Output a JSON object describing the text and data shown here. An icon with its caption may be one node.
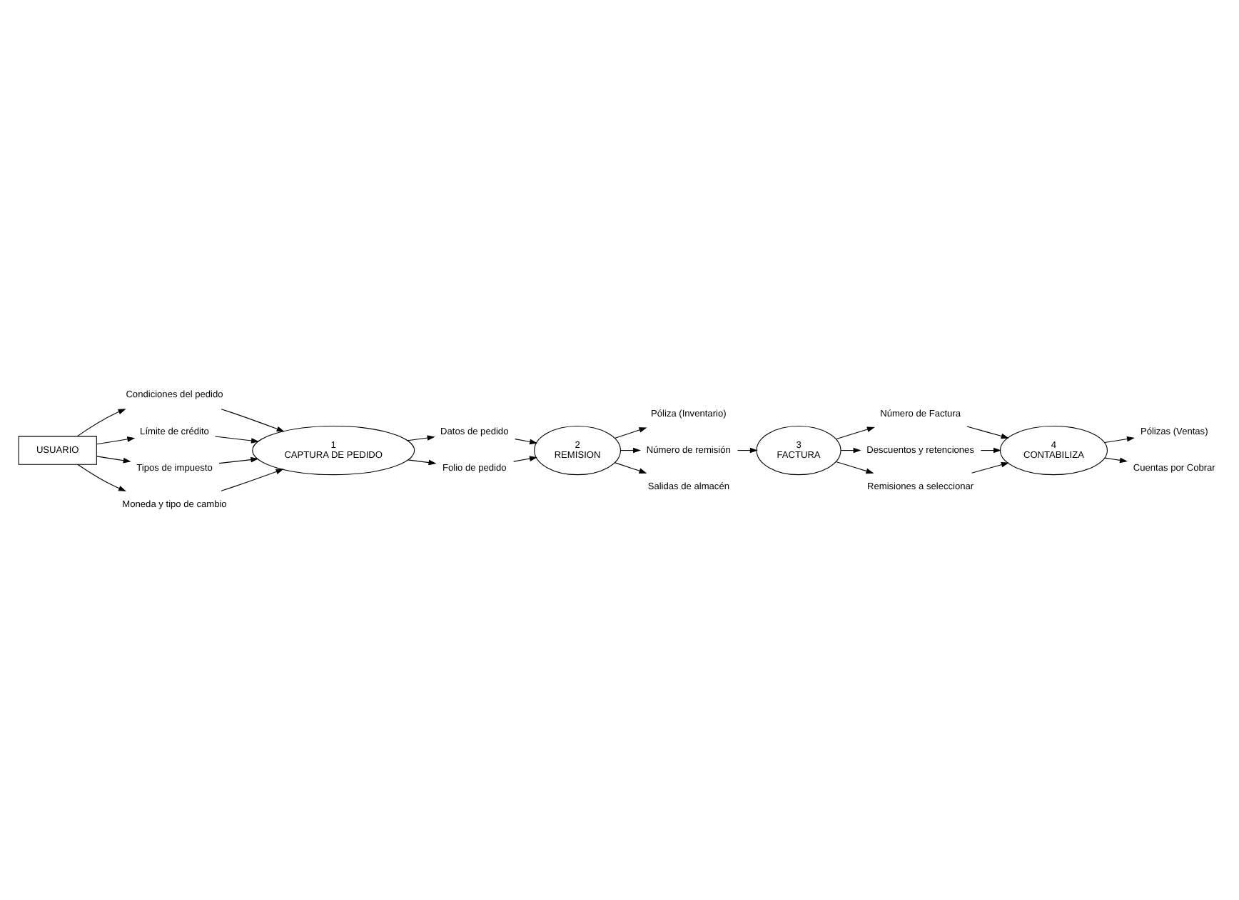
{
  "diagram": {
    "nodes": [
      {
        "text": [
          "USUARIO"
        ]
      },
      {
        "text": [
          "Condiciones del pedido"
        ]
      },
      {
        "text": [
          "Límite de crédito"
        ]
      },
      {
        "text": [
          "Tipos de impuesto"
        ]
      },
      {
        "text": [
          "Moneda y tipo de cambio"
        ]
      },
      {
        "text": [
          "1",
          "CAPTURA DE PEDIDO"
        ]
      },
      {
        "text": [
          "Datos de pedido"
        ]
      },
      {
        "text": [
          "Folio de pedido"
        ]
      },
      {
        "text": [
          "Póliza (Inventario)"
        ]
      },
      {
        "text": [
          "2",
          "REMISION"
        ]
      },
      {
        "text": [
          "3",
          "FACTURA"
        ]
      },
      {
        "text": [
          "Número de remisión"
        ]
      },
      {
        "text": [
          "Salidas de almacén"
        ]
      },
      {
        "text": [
          "Número de Factura"
        ]
      },
      {
        "text": [
          "4",
          "CONTABILIZA"
        ]
      },
      {
        "text": [
          "Descuentos y retenciones"
        ]
      },
      {
        "text": [
          "Pólizas (Ventas)"
        ]
      },
      {
        "text": [
          "Remisiones a seleccionar"
        ]
      },
      {
        "text": [
          "Cuentas por Cobrar"
        ]
      }
    ],
    "edges": [
      {
        "from": 0,
        "to": 1,
        "arrow": "to"
      },
      {
        "from": 0,
        "to": 2,
        "arrow": "to"
      },
      {
        "from": 0,
        "to": 3,
        "arrow": "to"
      },
      {
        "from": 0,
        "to": 4,
        "arrow": "to"
      },
      {
        "from": 1,
        "to": 5,
        "arrow": "to"
      },
      {
        "from": 2,
        "to": 5,
        "arrow": "to"
      },
      {
        "from": 3,
        "to": 5,
        "arrow": "to"
      },
      {
        "from": 4,
        "to": 5,
        "arrow": "to"
      },
      {
        "from": 5,
        "to": 6,
        "arrow": "to"
      },
      {
        "from": 5,
        "to": 7,
        "arrow": "to"
      },
      {
        "from": 6,
        "to": 9,
        "arrow": "to"
      },
      {
        "from": 7,
        "to": 9,
        "arrow": "to"
      },
      {
        "from": 9,
        "to": 8,
        "arrow": "to"
      },
      {
        "from": 9,
        "to": 11,
        "arrow": "to"
      },
      {
        "from": 11,
        "to": 10,
        "arrow": "to"
      },
      {
        "from": 9,
        "to": 12,
        "arrow": "to"
      },
      {
        "from": 10,
        "to": 13,
        "arrow": "to"
      },
      {
        "from": 10,
        "to": 15,
        "arrow": "to"
      },
      {
        "from": 10,
        "to": 17,
        "arrow": "to"
      },
      {
        "from": 13,
        "to": 14,
        "arrow": "to"
      },
      {
        "from": 15,
        "to": 14,
        "arrow": "to"
      },
      {
        "from": 17,
        "to": 14,
        "arrow": "to"
      },
      {
        "from": 14,
        "to": 16,
        "arrow": "to"
      },
      {
        "from": 14,
        "to": 18,
        "arrow": "to"
      }
    ]
  }
}
